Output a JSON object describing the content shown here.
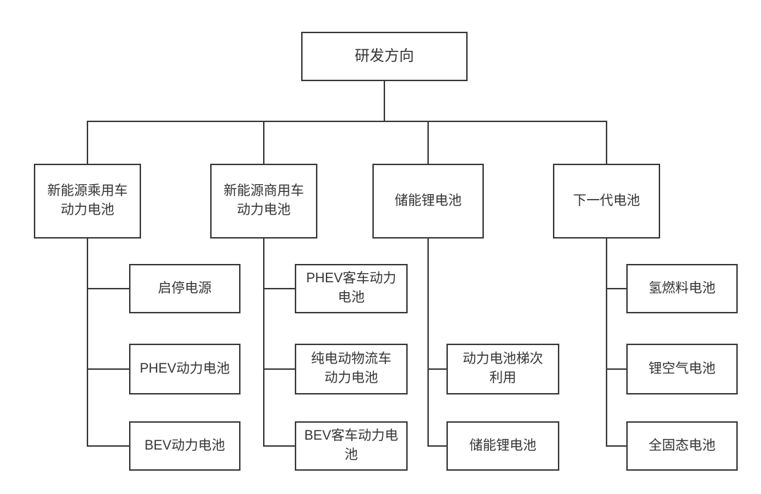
{
  "diagram": {
    "root": {
      "label": "研发方向",
      "lines": [
        "研发方向"
      ]
    },
    "branches": [
      {
        "label": "新能源乘用车动力电池",
        "lines": [
          "新能源乘用车",
          "动力电池"
        ],
        "children": [
          {
            "label": "启停电源",
            "lines": [
              "启停电源"
            ]
          },
          {
            "label": "PHEV动力电池",
            "lines": [
              "PHEV动力电池"
            ]
          },
          {
            "label": "BEV动力电池",
            "lines": [
              "BEV动力电池"
            ]
          }
        ]
      },
      {
        "label": "新能源商用车动力电池",
        "lines": [
          "新能源商用车",
          "动力电池"
        ],
        "children": [
          {
            "label": "PHEV客车动力电池",
            "lines": [
              "PHEV客车动力",
              "电池"
            ]
          },
          {
            "label": "纯电动物流车动力电池",
            "lines": [
              "纯电动物流车",
              "动力电池"
            ]
          },
          {
            "label": "BEV客车动力电池",
            "lines": [
              "BEV客车动力电",
              "池"
            ]
          }
        ]
      },
      {
        "label": "储能锂电池",
        "lines": [
          "储能锂电池"
        ],
        "children": [
          {
            "label": "动力电池梯次利用",
            "lines": [
              "动力电池梯次",
              "利用"
            ]
          },
          {
            "label": "储能锂电池",
            "lines": [
              "储能锂电池"
            ]
          }
        ]
      },
      {
        "label": "下一代电池",
        "lines": [
          "下一代电池"
        ],
        "children": [
          {
            "label": "氢燃料电池",
            "lines": [
              "氢燃料电池"
            ]
          },
          {
            "label": "锂空气电池",
            "lines": [
              "锂空气电池"
            ]
          },
          {
            "label": "全固态电池",
            "lines": [
              "全固态电池"
            ]
          }
        ]
      }
    ],
    "colors": {
      "line": "#3b3b3b",
      "node_border": "#3b3b3b",
      "text": "#333333",
      "background": "#ffffff"
    }
  }
}
